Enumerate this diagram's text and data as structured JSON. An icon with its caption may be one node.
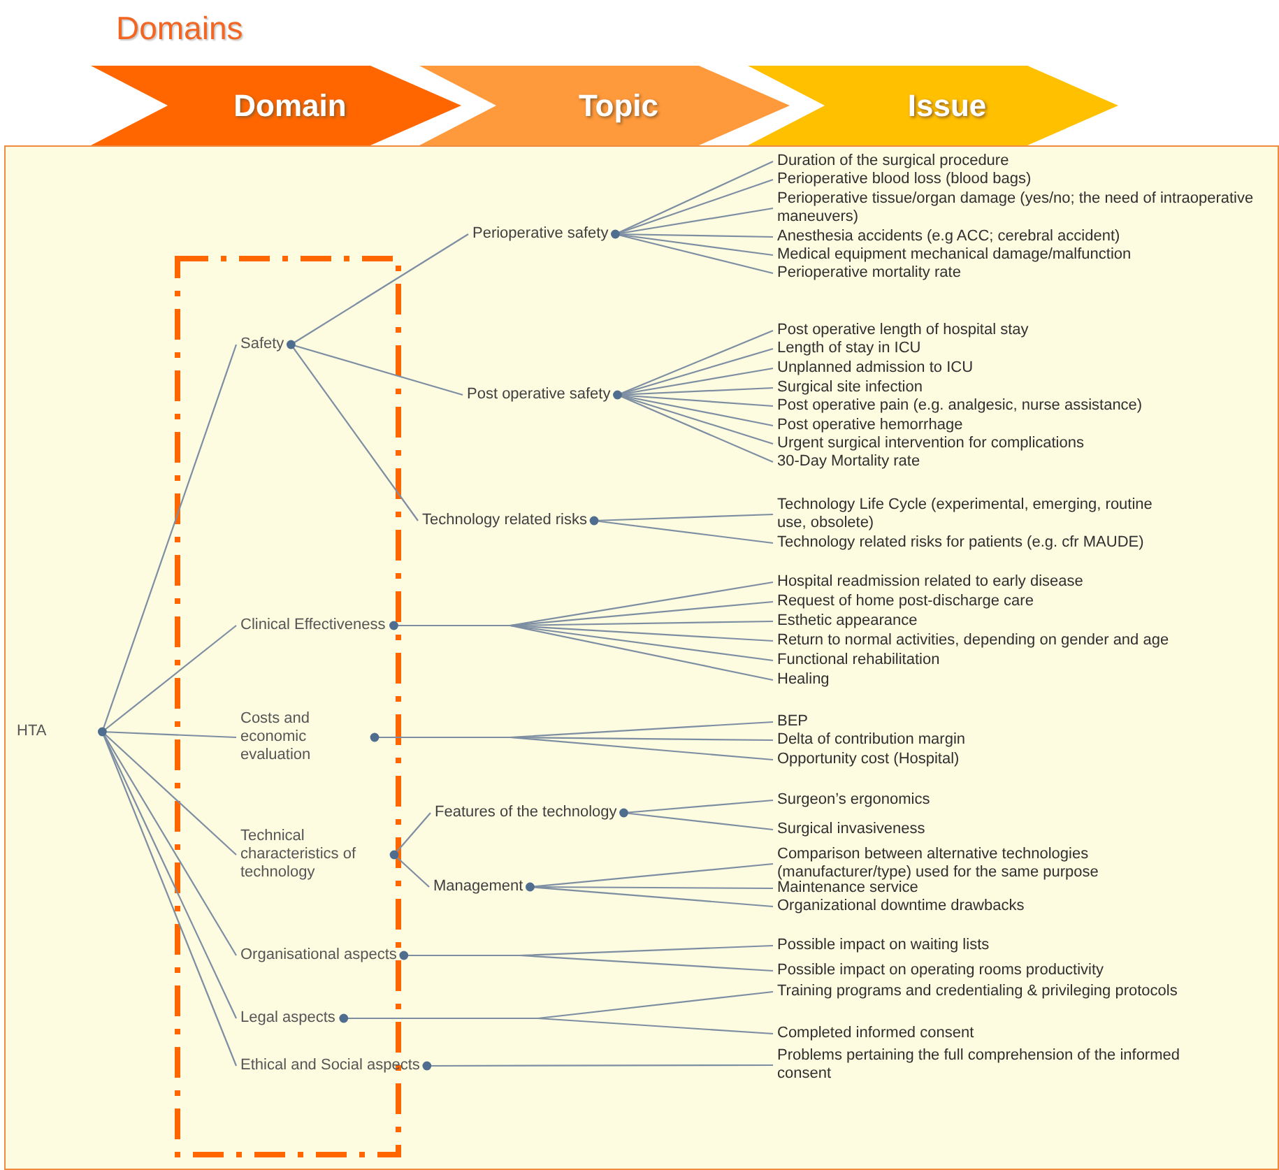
{
  "diagram": {
    "title": "Domains",
    "nodes": [
      {
        "text": [
          "Domain"
        ]
      },
      {
        "text": [
          "Topic"
        ]
      },
      {
        "text": [
          "Issue"
        ]
      },
      {
        "text": [
          "HTA"
        ]
      },
      {
        "text": [
          "Safety"
        ]
      },
      {
        "text": [
          "Clinical Effectiveness"
        ]
      },
      {
        "text": [
          "Costs and economic evaluation"
        ]
      },
      {
        "text": [
          "Technical characteristics of technology"
        ]
      },
      {
        "text": [
          "Organisational aspects"
        ]
      },
      {
        "text": [
          "Legal aspects"
        ]
      },
      {
        "text": [
          "Ethical and Social aspects"
        ]
      },
      {
        "text": [
          "Perioperative safety"
        ]
      },
      {
        "text": [
          "Post operative safety"
        ]
      },
      {
        "text": [
          "Technology related risks"
        ]
      },
      {
        "text": [
          "Features of the technology"
        ]
      },
      {
        "text": [
          "Management"
        ]
      },
      {
        "text": [
          "Duration of the surgical procedure"
        ]
      },
      {
        "text": [
          "Perioperative blood loss (blood bags)"
        ]
      },
      {
        "text": [
          "Perioperative tissue/organ  damage (yes/no; the need of intraoperative maneuvers)"
        ]
      },
      {
        "text": [
          "Anesthesia accidents  (e.g ACC; cerebral accident)"
        ]
      },
      {
        "text": [
          "Medical equipment mechanical damage/malfunction"
        ]
      },
      {
        "text": [
          "Perioperative mortality rate"
        ]
      },
      {
        "text": [
          "Post operative length of hospital stay"
        ]
      },
      {
        "text": [
          "Length of stay in ICU"
        ]
      },
      {
        "text": [
          "Unplanned admission to ICU"
        ]
      },
      {
        "text": [
          "Surgical site infection"
        ]
      },
      {
        "text": [
          "Post operative pain (e.g.  analgesic, nurse assistance)"
        ]
      },
      {
        "text": [
          "Post operative hemorrhage"
        ]
      },
      {
        "text": [
          "Urgent surgical intervention for complications"
        ]
      },
      {
        "text": [
          "30-Day Mortality rate"
        ]
      },
      {
        "text": [
          "Technology Life Cycle (experimental, emerging, routine use, obsolete)"
        ]
      },
      {
        "text": [
          "Technology related risks for patients (e.g. cfr MAUDE)"
        ]
      },
      {
        "text": [
          "Hospital readmission related to early disease"
        ]
      },
      {
        "text": [
          "Request of home post-discharge care"
        ]
      },
      {
        "text": [
          "Esthetic appearance"
        ]
      },
      {
        "text": [
          "Return to normal activities, depending on gender and age"
        ]
      },
      {
        "text": [
          "Functional rehabilitation"
        ]
      },
      {
        "text": [
          "Healing"
        ]
      },
      {
        "text": [
          "BEP"
        ]
      },
      {
        "text": [
          "Delta of contribution margin"
        ]
      },
      {
        "text": [
          "Opportunity cost (Hospital)"
        ]
      },
      {
        "text": [
          "Surgeon’s ergonomics"
        ]
      },
      {
        "text": [
          "Surgical invasiveness"
        ]
      },
      {
        "text": [
          "Comparison between alternative technologies (manufacturer/type) used for the same purpose"
        ]
      },
      {
        "text": [
          "Maintenance service"
        ]
      },
      {
        "text": [
          "Organizational downtime drawbacks"
        ]
      },
      {
        "text": [
          "Possible impact on waiting lists"
        ]
      },
      {
        "text": [
          "Possible impact on operating rooms productivity"
        ]
      },
      {
        "text": [
          "Training programs and credentialing  & privileging protocols"
        ]
      },
      {
        "text": [
          "Completed informed consent"
        ]
      },
      {
        "text": [
          "Problems pertaining the full comprehension of the informed consent"
        ]
      }
    ],
    "edges": [
      {
        "from": 3,
        "to": 4,
        "arrow": "none"
      },
      {
        "from": 3,
        "to": 5,
        "arrow": "none"
      },
      {
        "from": 3,
        "to": 6,
        "arrow": "none"
      },
      {
        "from": 3,
        "to": 7,
        "arrow": "none"
      },
      {
        "from": 3,
        "to": 8,
        "arrow": "none"
      },
      {
        "from": 3,
        "to": 9,
        "arrow": "none"
      },
      {
        "from": 3,
        "to": 10,
        "arrow": "none"
      },
      {
        "from": 4,
        "to": 11,
        "arrow": "none"
      },
      {
        "from": 4,
        "to": 12,
        "arrow": "none"
      },
      {
        "from": 4,
        "to": 13,
        "arrow": "none"
      },
      {
        "from": 7,
        "to": 14,
        "arrow": "none"
      },
      {
        "from": 7,
        "to": 15,
        "arrow": "none"
      },
      {
        "from": 11,
        "to": 16,
        "arrow": "none"
      },
      {
        "from": 11,
        "to": 17,
        "arrow": "none"
      },
      {
        "from": 11,
        "to": 18,
        "arrow": "none"
      },
      {
        "from": 11,
        "to": 19,
        "arrow": "none"
      },
      {
        "from": 11,
        "to": 20,
        "arrow": "none"
      },
      {
        "from": 11,
        "to": 21,
        "arrow": "none"
      },
      {
        "from": 12,
        "to": 22,
        "arrow": "none"
      },
      {
        "from": 12,
        "to": 23,
        "arrow": "none"
      },
      {
        "from": 12,
        "to": 24,
        "arrow": "none"
      },
      {
        "from": 12,
        "to": 25,
        "arrow": "none"
      },
      {
        "from": 12,
        "to": 26,
        "arrow": "none"
      },
      {
        "from": 12,
        "to": 27,
        "arrow": "none"
      },
      {
        "from": 12,
        "to": 28,
        "arrow": "none"
      },
      {
        "from": 12,
        "to": 29,
        "arrow": "none"
      },
      {
        "from": 13,
        "to": 30,
        "arrow": "none"
      },
      {
        "from": 13,
        "to": 31,
        "arrow": "none"
      },
      {
        "from": 5,
        "to": 32,
        "arrow": "none"
      },
      {
        "from": 5,
        "to": 33,
        "arrow": "none"
      },
      {
        "from": 5,
        "to": 34,
        "arrow": "none"
      },
      {
        "from": 5,
        "to": 35,
        "arrow": "none"
      },
      {
        "from": 5,
        "to": 36,
        "arrow": "none"
      },
      {
        "from": 5,
        "to": 37,
        "arrow": "none"
      },
      {
        "from": 6,
        "to": 38,
        "arrow": "none"
      },
      {
        "from": 6,
        "to": 39,
        "arrow": "none"
      },
      {
        "from": 6,
        "to": 40,
        "arrow": "none"
      },
      {
        "from": 14,
        "to": 41,
        "arrow": "none"
      },
      {
        "from": 14,
        "to": 42,
        "arrow": "none"
      },
      {
        "from": 15,
        "to": 43,
        "arrow": "none"
      },
      {
        "from": 15,
        "to": 44,
        "arrow": "none"
      },
      {
        "from": 15,
        "to": 45,
        "arrow": "none"
      },
      {
        "from": 8,
        "to": 46,
        "arrow": "none"
      },
      {
        "from": 8,
        "to": 47,
        "arrow": "none"
      },
      {
        "from": 9,
        "to": 48,
        "arrow": "none"
      },
      {
        "from": 9,
        "to": 49,
        "arrow": "none"
      },
      {
        "from": 10,
        "to": 50,
        "arrow": "none"
      }
    ]
  }
}
